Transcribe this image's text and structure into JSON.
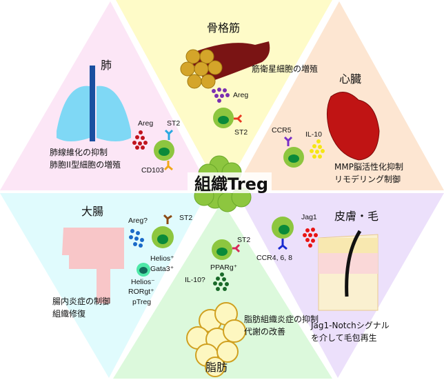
{
  "center_label": "組織Treg",
  "sections": {
    "muscle": {
      "title": "骨格筋",
      "desc": [
        "筋衛星細胞の増殖"
      ],
      "labels": {
        "cytokine": "Areg",
        "receptor": "ST2"
      },
      "color": "#fefbc8"
    },
    "lung": {
      "title": "肺",
      "desc": [
        "肺線維化の抑制",
        "肺胞II型細胞の増殖"
      ],
      "labels": {
        "cytokine": "Areg",
        "receptor": "ST2",
        "receptor2": "CD103"
      },
      "color": "#fce6f6"
    },
    "heart": {
      "title": "心臓",
      "desc": [
        "MMP脳活性化抑制",
        "リモデリング制御"
      ],
      "labels": {
        "receptor": "CCR5",
        "cytokine": "IL-10"
      },
      "color": "#fde6d2"
    },
    "colon": {
      "title": "大腸",
      "desc": [
        "腸内炎症の制御",
        "組織修復"
      ],
      "labels": {
        "cytokine": "Areg?",
        "receptor": "ST2",
        "marker1": "Helios⁺",
        "marker2": "Gata3⁺",
        "ptreg1": "Helios⁻",
        "ptreg2": "RORgt⁺",
        "ptreg3": "pTreg"
      },
      "color": "#e0fbfd"
    },
    "fat": {
      "title": "脂肪",
      "desc": [
        "脂肪組織炎症の抑制",
        "代謝の改善"
      ],
      "labels": {
        "receptor": "ST2",
        "marker": "PPARg⁺",
        "cytokine": "IL-10?"
      },
      "color": "#dcf9dc"
    },
    "skin": {
      "title": "皮膚・毛",
      "desc": [
        "Jag1-Notchシグナル",
        "を介して毛包再生"
      ],
      "labels": {
        "cytokine": "Jag1",
        "receptor": "CCR4, 6, 8"
      },
      "color": "#ece0fb"
    }
  }
}
